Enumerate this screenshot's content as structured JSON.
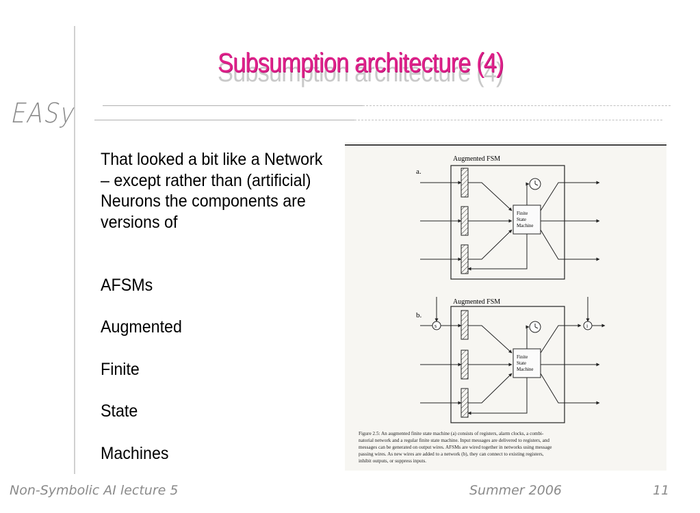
{
  "slide": {
    "title": "Subsumption architecture (4)",
    "brand": "EASy",
    "body_paragraph": "That looked a bit like a Network – except rather than (artificial) Neurons the components are versions of",
    "list_items": [
      "AFSMs",
      "Augmented",
      "Finite",
      "State",
      "Machines"
    ]
  },
  "figure": {
    "panel_a_label": "a.",
    "panel_b_label": "b.",
    "panel_a_title": "Augmented FSM",
    "panel_b_title": "Augmented FSM",
    "fsm_line1": "Finite",
    "fsm_line2": "State",
    "fsm_line3": "Machine",
    "suppress_node": "s",
    "inhibit_node": "i",
    "caption_lines": [
      "Figure 2.5: An augmented finite state machine (a) consists of registers, alarm clocks, a combi-",
      "natorial network and a regular finite state machine. Input messages are delivered to registers, and",
      "messages can be generated on output wires. AFSMs are wired together in networks using message",
      "passing wires. As new wires are added to a network (b), they can connect to existing registers,",
      "inhibit outputs, or suppress inputs."
    ]
  },
  "footer": {
    "left": "Non-Symbolic AI lecture 5",
    "center": "Summer 2006",
    "page": "11"
  }
}
